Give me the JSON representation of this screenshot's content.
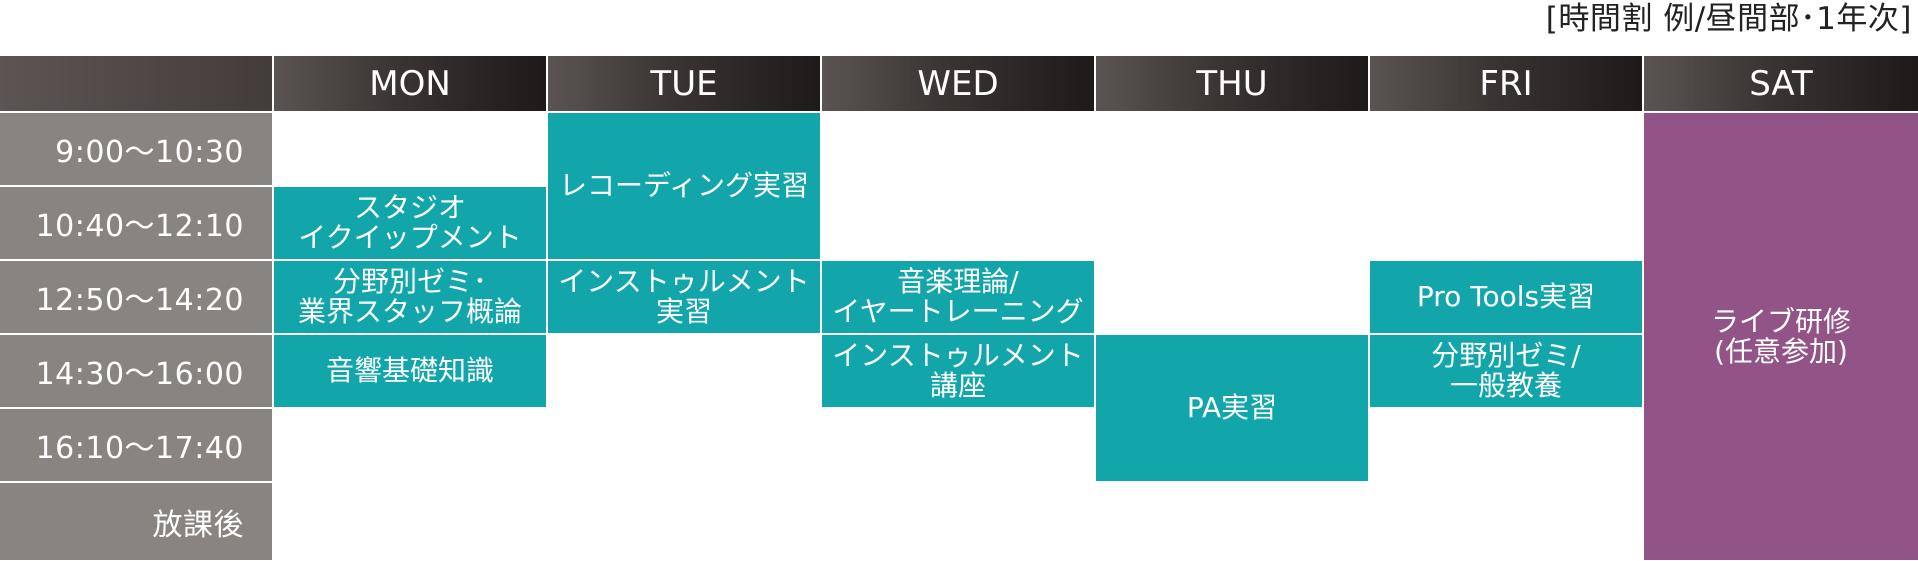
{
  "caption": "[時間割 例/昼間部･1年次]",
  "days": [
    "MON",
    "TUE",
    "WED",
    "THU",
    "FRI",
    "SAT"
  ],
  "periods": [
    "9:00〜10:30",
    "10:40〜12:10",
    "12:50〜14:20",
    "14:30〜16:00",
    "16:10〜17:40",
    "放課後"
  ],
  "classes": {
    "mon_studio": [
      "スタジオ",
      "イクイップメント"
    ],
    "mon_seminar": [
      "分野別ゼミ･",
      "業界スタッフ概論"
    ],
    "mon_acoustics": [
      "音響基礎知識"
    ],
    "tue_recording": [
      "レコーディング実習"
    ],
    "tue_instrument": [
      "インストゥルメント",
      "実習"
    ],
    "wed_theory": [
      "音楽理論/",
      "イヤートレーニング"
    ],
    "wed_instrument": [
      "インストゥルメント",
      "講座"
    ],
    "thu_pa": [
      "PA実習"
    ],
    "fri_protools": [
      "Pro Tools実習"
    ],
    "fri_seminar": [
      "分野別ゼミ/",
      "一般教養"
    ],
    "sat_live": [
      "ライブ研修",
      "(任意参加)"
    ]
  },
  "colors": {
    "class": "#12a6ab",
    "optional": "#925486",
    "time_column": "#8a8480",
    "header": "#2b2525"
  }
}
